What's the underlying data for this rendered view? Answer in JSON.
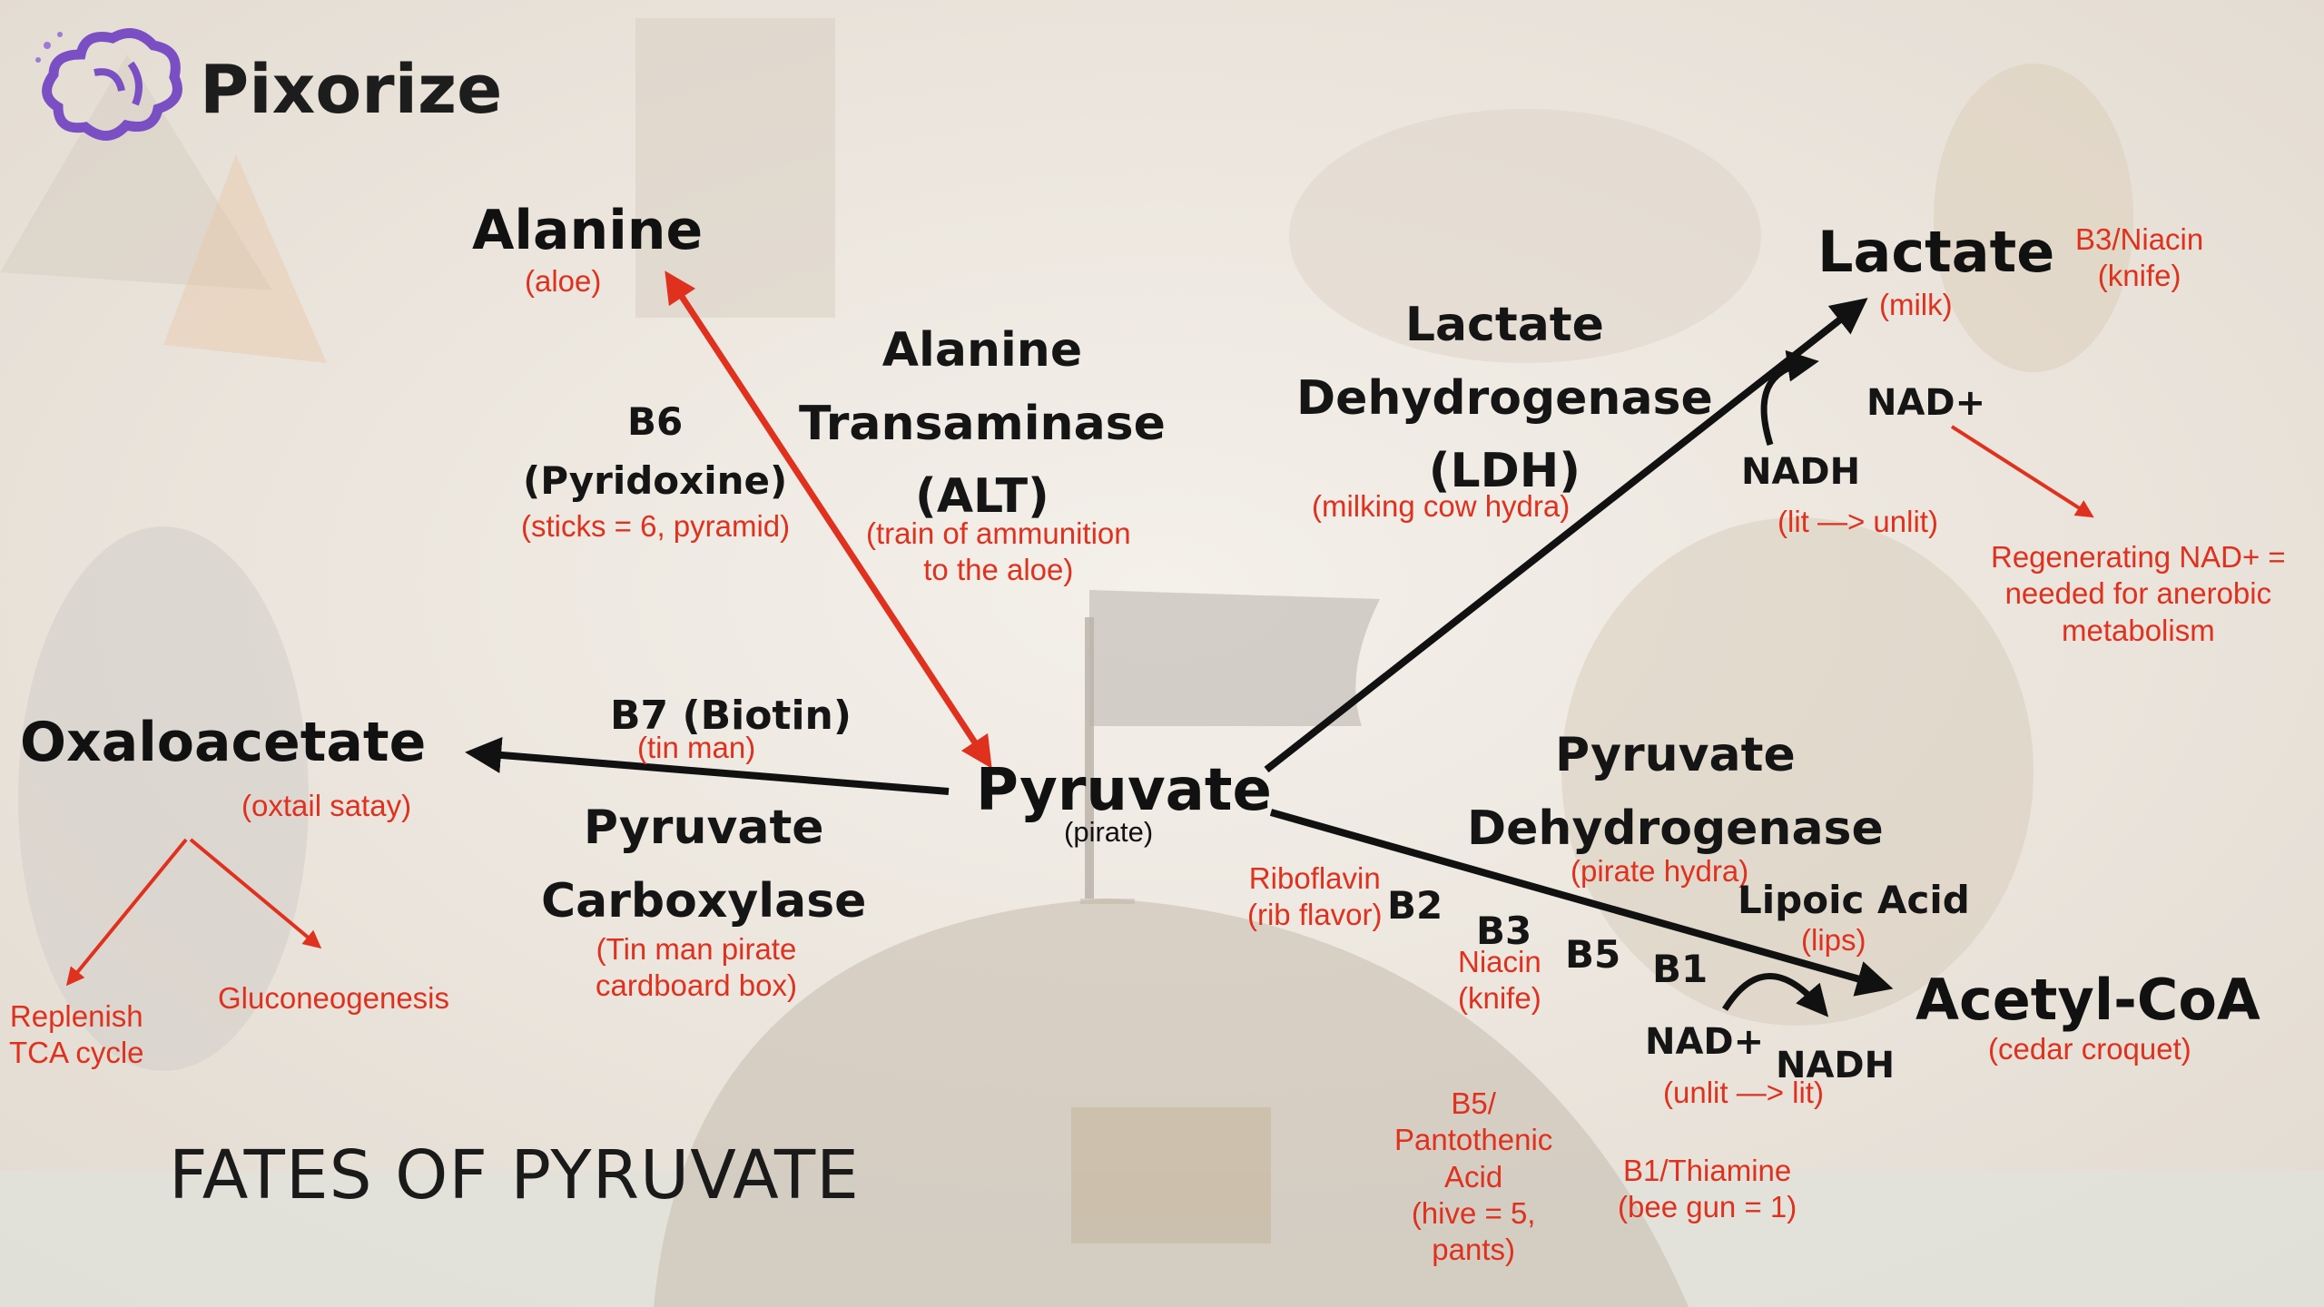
{
  "brand": {
    "name": "Pixorize",
    "logo_icon": "brain-icon"
  },
  "title": "FATES OF PYRUVATE",
  "center": {
    "name": "Pyruvate",
    "mnemonic": "(pirate)"
  },
  "alanine": {
    "name": "Alanine",
    "mnemonic": "(aloe)",
    "enzyme": "Alanine\nTransaminase\n(ALT)",
    "enzyme_mnemonic": "(train of ammunition\nto the aloe)",
    "cofactor": "B6\n(Pyridoxine)",
    "cofactor_mnemonic": "(sticks = 6, pyramid)"
  },
  "lactate": {
    "name": "Lactate",
    "mnemonic": "(milk)",
    "enzyme": "Lactate\nDehydrogenase\n(LDH)",
    "enzyme_mnemonic": "(milking cow hydra)",
    "cofactor_note": "B3/Niacin\n(knife)",
    "nad_plus": "NAD+",
    "nadh": "NADH",
    "nad_mnemonic": "(lit —> unlit)",
    "regen_note": "Regenerating NAD+ =\nneeded for anerobic\nmetabolism"
  },
  "oxaloacetate": {
    "name": "Oxaloacetate",
    "mnemonic": "(oxtail satay)",
    "enzyme": "Pyruvate\nCarboxylase",
    "enzyme_mnemonic": "(Tin man pirate\ncardboard box)",
    "cofactor": "B7 (Biotin)",
    "cofactor_mnemonic": "(tin man)",
    "fate_1": "Replenish\nTCA cycle",
    "fate_2": "Gluconeogenesis"
  },
  "acetyl_coa": {
    "name": "Acetyl-CoA",
    "mnemonic": "(cedar croquet)",
    "enzyme": "Pyruvate\nDehydrogenase",
    "enzyme_mnemonic": "(pirate hydra)",
    "lipoic": "Lipoic Acid",
    "lipoic_mnemonic": "(lips)",
    "b2": "B2",
    "b2_mnemonic": "Riboflavin\n(rib flavor)",
    "b3": "B3",
    "b3_mnemonic": "Niacin\n(knife)",
    "b5": "B5",
    "b5_mnemonic": "B5/\nPantothenic\nAcid\n(hive = 5,\npants)",
    "b1": "B1",
    "b1_mnemonic": "B1/Thiamine\n(bee gun = 1)",
    "nad_plus": "NAD+",
    "nadh": "NADH",
    "nad_mnemonic": "(unlit —> lit)"
  },
  "colors": {
    "arrow_black": "#111111",
    "arrow_red": "#e0301e",
    "mnemonic_red": "#e0301e",
    "background": "#f1ece6",
    "logo_purple": "#7a4fc4"
  }
}
